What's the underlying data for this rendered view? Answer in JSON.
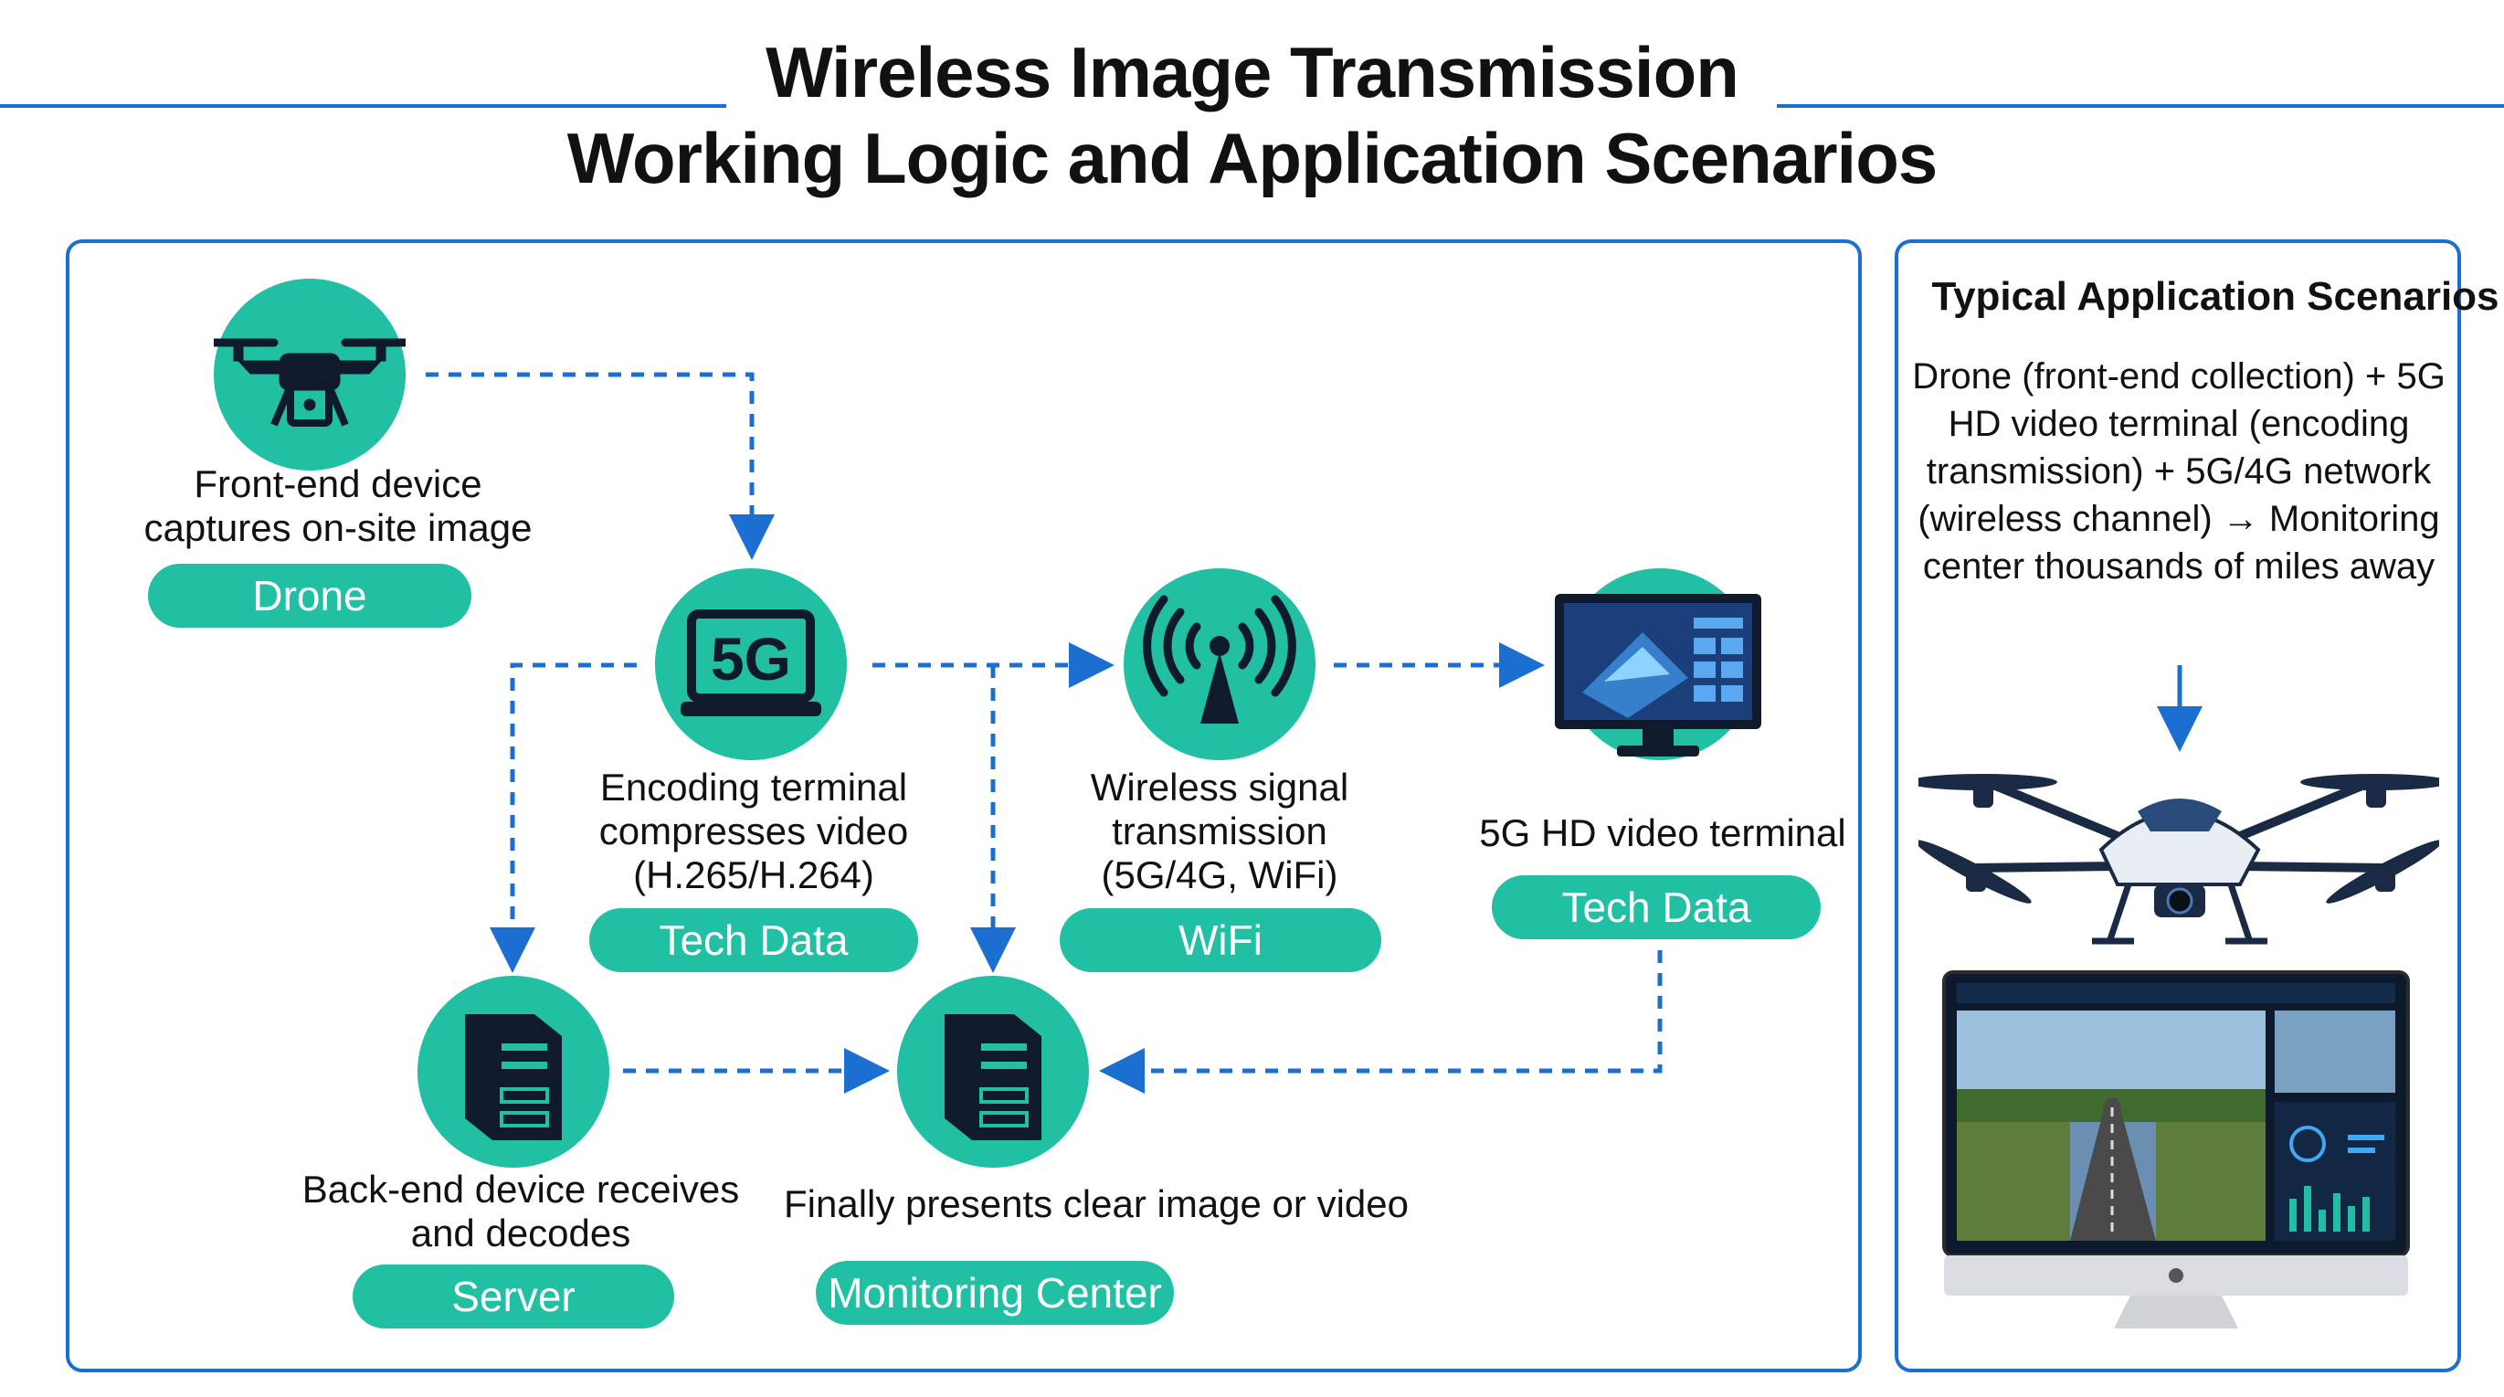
{
  "header": {
    "title_line1": "Wireless Image Transmission",
    "title_line2": "Working Logic and Application Scenarios"
  },
  "nodes": {
    "drone": {
      "icon": "drone-icon",
      "description": "Front-end device captures on-site image",
      "label": "Drone"
    },
    "encoder": {
      "icon": "5g-terminal-icon",
      "icon_text": "5G",
      "description": "Encoding terminal compresses video (H.265/H.264)",
      "label": "Tech Data"
    },
    "wireless": {
      "icon": "signal-tower-icon",
      "description": "Wireless signal transmission (5G/4G, WiFi)",
      "label": "WiFi"
    },
    "hd_terminal": {
      "icon": "monitor-icon",
      "description": "5G HD video terminal",
      "label": "Tech Data"
    },
    "server": {
      "icon": "server-icon",
      "description": "Back-end device receives and decodes",
      "label": "Server"
    },
    "monitoring": {
      "icon": "server-icon",
      "description": "Finally presents clear image or video",
      "label": "Monitoring Center"
    }
  },
  "side_panel": {
    "title": "Typical Application Scenarios",
    "text": "Drone (front-end collection) + 5G HD video terminal (encoding transmission) + 5G/4G network (wireless channel) → Monitoring center thousands of miles away"
  },
  "colors": {
    "accent_teal": "#21bfa3",
    "line_blue": "#1a6fd1",
    "icon_dark": "#0f1b2d"
  }
}
